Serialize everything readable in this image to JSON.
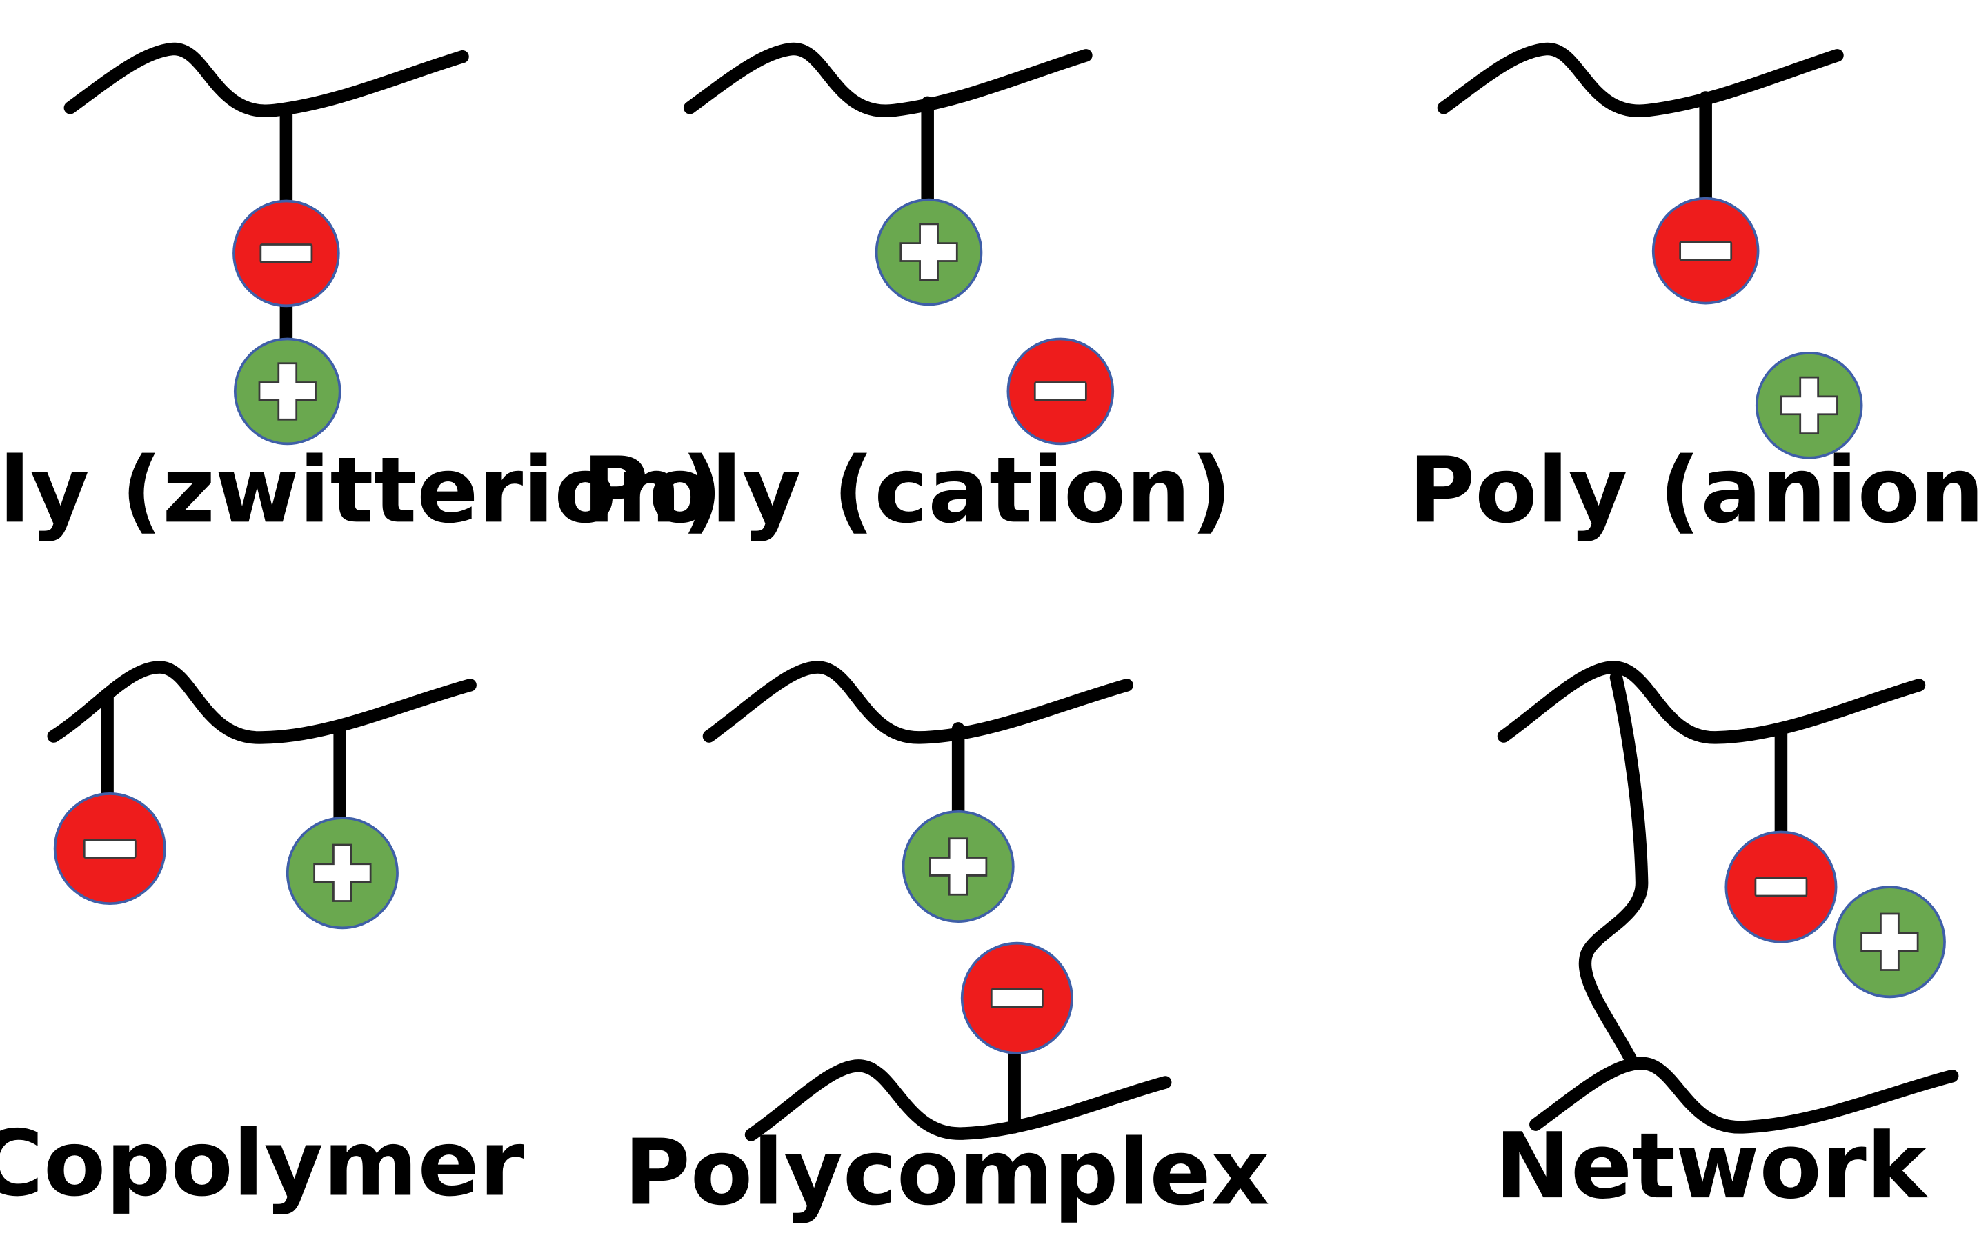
{
  "colors": {
    "background": "#ffffff",
    "chain": "#000000",
    "anion": "#ee1c1c",
    "cation": "#6aa84f"
  },
  "legend": {
    "negative_ion": "minus-charge",
    "positive_ion": "plus-charge"
  },
  "panels": [
    {
      "id": "zwitterion",
      "label": "Poly (zwitterion)"
    },
    {
      "id": "cation",
      "label": "Poly (cation)"
    },
    {
      "id": "anion",
      "label": "Poly (anion)"
    },
    {
      "id": "copolymer",
      "label": "Copolymer"
    },
    {
      "id": "polycomplex",
      "label": "Polycomplex"
    },
    {
      "id": "network",
      "label": "Network"
    }
  ]
}
